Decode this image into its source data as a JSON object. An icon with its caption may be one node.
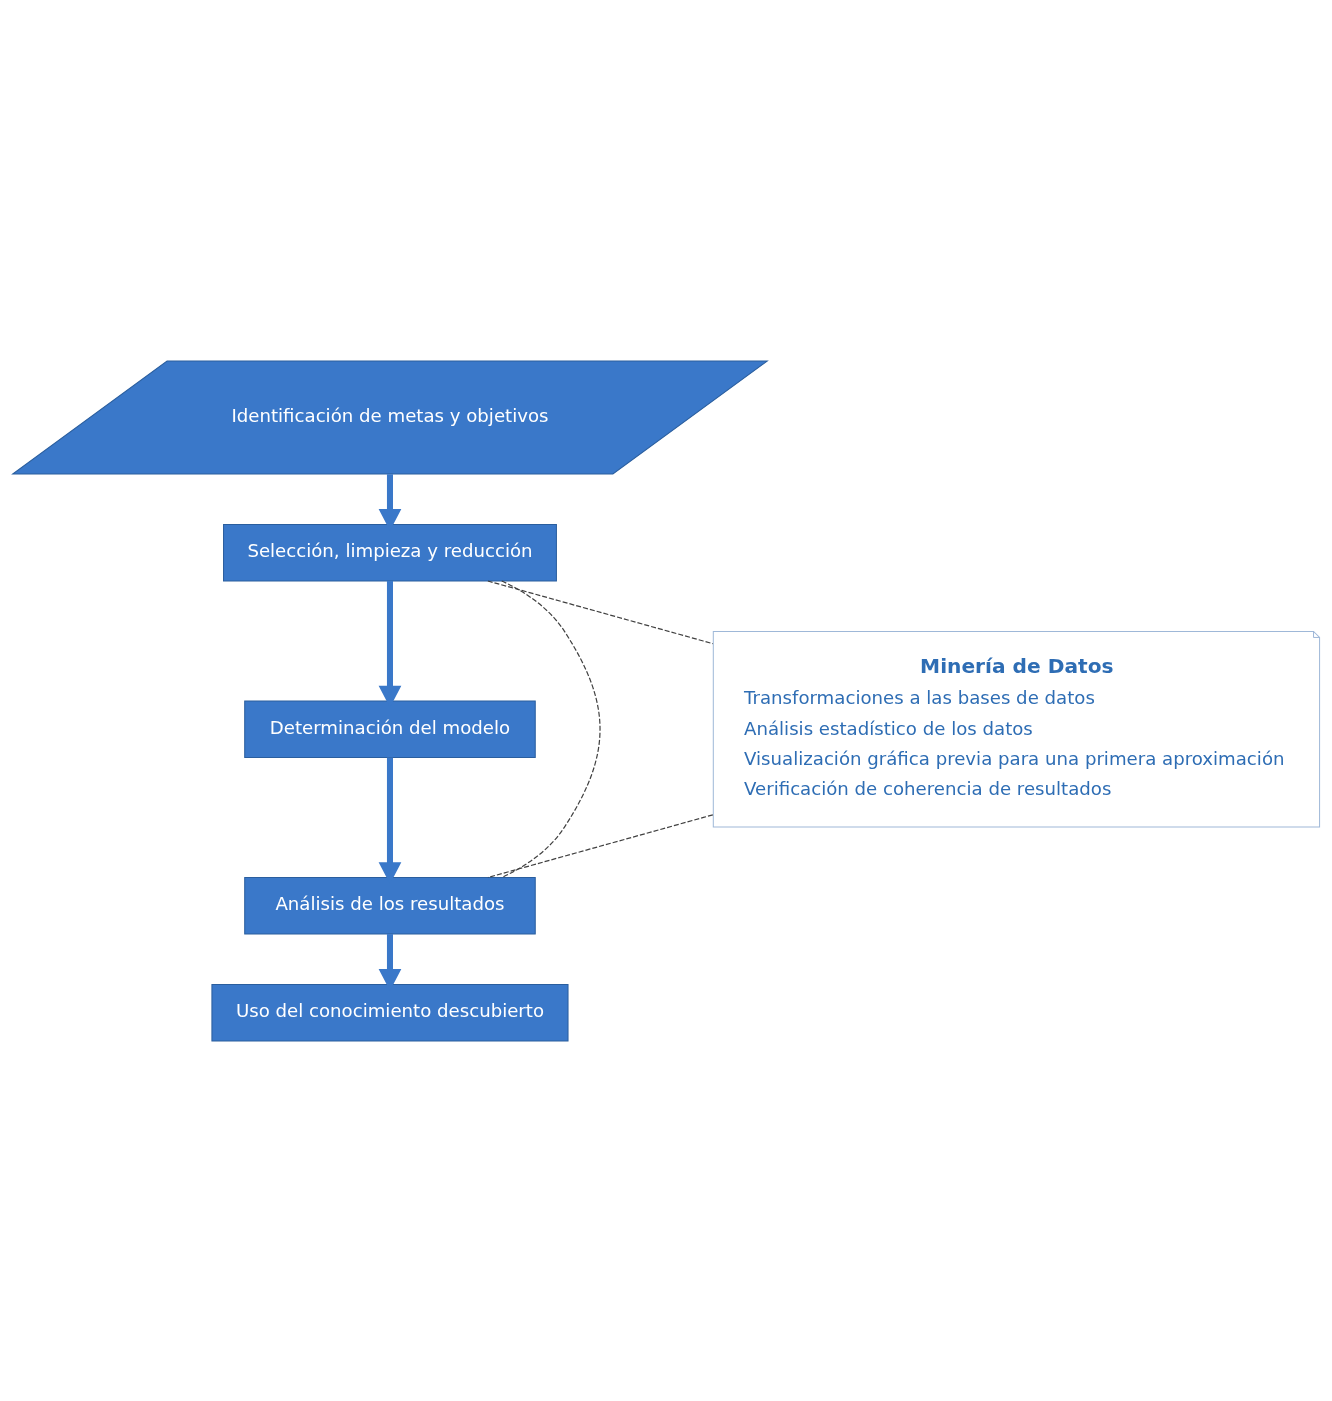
{
  "diagram": {
    "nodes": [
      {
        "text": [
          "Identificación de metas y objetivos"
        ]
      },
      {
        "text": [
          "Selección, limpieza y reducción"
        ]
      },
      {
        "text": [
          "Determinación del modelo"
        ]
      },
      {
        "text": [
          "Análisis de los resultados"
        ]
      },
      {
        "text": [
          "Uso del conocimiento descubierto"
        ]
      },
      {
        "text": [
          "Minería de Datos",
          "Transformaciones a las bases de datos",
          "Análisis estadístico de los datos",
          "Visualización gráfica previa para una primera aproximación",
          "Verificación de coherencia de resultados"
        ]
      }
    ],
    "edges": [
      {
        "from": 0,
        "to": 1,
        "arrow": "to"
      },
      {
        "from": 1,
        "to": 2,
        "arrow": "to"
      },
      {
        "from": 2,
        "to": 3,
        "arrow": "to"
      },
      {
        "from": 3,
        "to": 4,
        "arrow": "to"
      },
      {
        "from": 1,
        "to": 5,
        "arrow": "none",
        "style": "dashed",
        "color": "#404040"
      },
      {
        "from": 5,
        "to": 3,
        "arrow": "none",
        "style": "dashed",
        "color": "#404040"
      },
      {
        "from": 1,
        "to": 3,
        "arrow": "none",
        "style": "dashed",
        "color": "#404040"
      }
    ]
  }
}
